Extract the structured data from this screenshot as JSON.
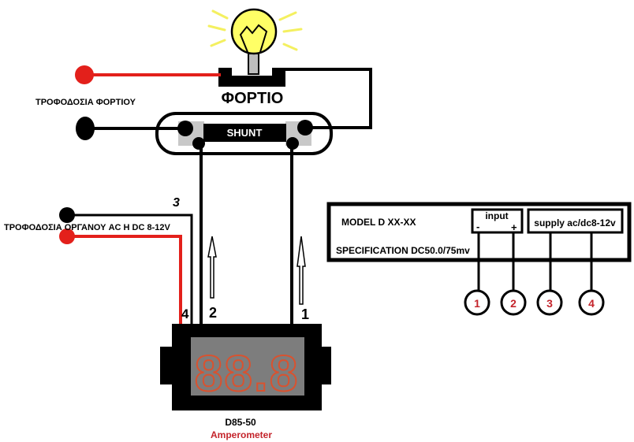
{
  "labels": {
    "load": "ΦΟΡΤΙΟ",
    "load_supply": "ΤΡΟΦΟΔΟΣΙΑ ΦΟΡΤΙΟΥ",
    "shunt": "SHUNT",
    "instrument_supply": "ΤΡΟΦΟΔΟΣΙΑ ΟΡΓΑΝΟΥ AC H DC 8-12V",
    "wire_3": "3",
    "wire_4": "4",
    "wire_2": "2",
    "wire_1": "1",
    "display": "88.8",
    "meter_model": "D85-50",
    "meter_name": "Amperometer"
  },
  "spec_box": {
    "model": "MODEL D XX-XX",
    "specification": "SPECIFICATION DC50.0/75mv",
    "input_label": "input",
    "minus": "-",
    "plus": "+",
    "supply_label": "supply ac/dc8-12v",
    "terminals": [
      "1",
      "2",
      "3",
      "4"
    ]
  },
  "colors": {
    "wire_red": "#e3201b",
    "wire_black": "#000000",
    "bulb": "#ffff66",
    "segment": "#d9522f",
    "display_bg": "#7d7d7d",
    "terminal_number": "#c4242b"
  }
}
